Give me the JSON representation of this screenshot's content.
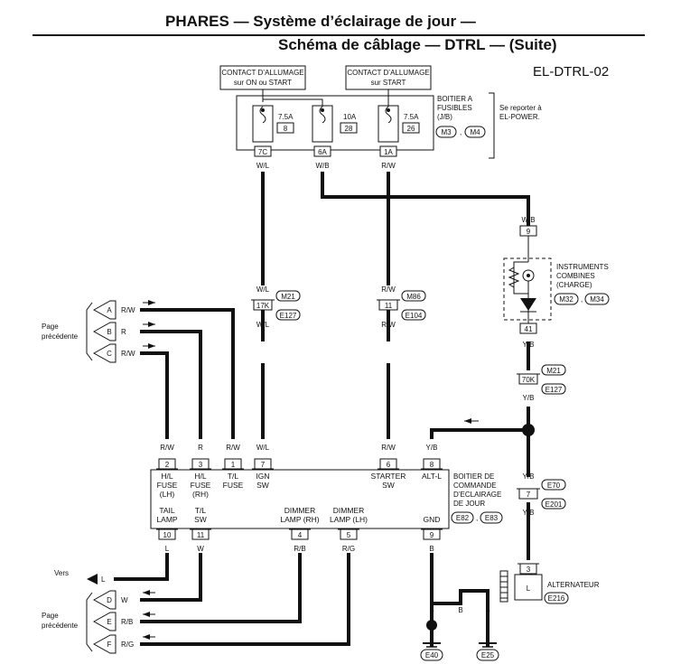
{
  "title_line1": "PHARES — Système d’éclairage de jour —",
  "title_line2": "Schéma de câblage — DTRL — (Suite)",
  "diagram_code": "EL-DTRL-02",
  "ignition": {
    "on_start": [
      "CONTACT D’ALLUMAGE",
      "sur ON ou START"
    ],
    "start": [
      "CONTACT D’ALLUMAGE",
      "sur START"
    ]
  },
  "fuse_block": {
    "label": [
      "BOITIER A",
      "FUSIBLES",
      "(J/B)"
    ],
    "connectors": [
      "M3",
      "M4"
    ],
    "note": [
      "Se reporter à",
      "EL-POWER."
    ],
    "fuses": [
      {
        "amp": "7.5A",
        "num": "8",
        "terminal": "7C",
        "wire": "W/L"
      },
      {
        "amp": "10A",
        "num": "28",
        "terminal": "6A",
        "wire": "W/B"
      },
      {
        "amp": "7.5A",
        "num": "26",
        "terminal": "1A",
        "wire": "R/W"
      }
    ]
  },
  "combination_meter": {
    "label": [
      "INSTRUMENTS",
      "COMBINES",
      "(CHARGE)"
    ],
    "connectors": [
      "M32",
      "M34"
    ],
    "top_pin": "9",
    "top_wire": "W/B",
    "bottom_pin": "41",
    "bottom_wire": "Y/B"
  },
  "joints": {
    "wl": {
      "pin": "17K",
      "wire_top": "W/L",
      "wire_bottom": "W/L",
      "conn_top": "M21",
      "conn_bottom": "E127"
    },
    "rw": {
      "pin": "11",
      "wire_top": "R/W",
      "wire_bottom": "R/W",
      "conn_top": "M86",
      "conn_bottom": "E104"
    },
    "yb1": {
      "pin": "70K",
      "wire_top": "Y/B",
      "wire_bottom": "Y/B",
      "conn_top": "M21",
      "conn_bottom": "E127"
    },
    "yb2": {
      "pin": "7",
      "wire_top": "Y/B",
      "wire_bottom": "Y/B",
      "conn_top": "E70",
      "conn_bottom": "E201"
    }
  },
  "page_ref_top": {
    "label": [
      "Page",
      "précédente"
    ],
    "connectors": [
      {
        "letter": "A",
        "wire": "R/W"
      },
      {
        "letter": "B",
        "wire": "R"
      },
      {
        "letter": "C",
        "wire": "R/W"
      }
    ]
  },
  "page_ref_bottom": {
    "label": [
      "Page",
      "précédente"
    ],
    "connectors": [
      {
        "letter": "D",
        "wire": "W"
      },
      {
        "letter": "E",
        "wire": "R/B"
      },
      {
        "letter": "F",
        "wire": "R/G"
      }
    ]
  },
  "vers": {
    "label": "Vers",
    "letter": "L",
    "wire": "L"
  },
  "control_unit": {
    "label": [
      "BOITIER DE",
      "COMMANDE",
      "D’ECLAIRAGE",
      "DE JOUR"
    ],
    "connectors": [
      "E82",
      "E83"
    ],
    "top_pins": [
      {
        "pin": "2",
        "wire": "R/W",
        "name": [
          "H/L",
          "FUSE",
          "(LH)"
        ]
      },
      {
        "pin": "3",
        "wire": "R",
        "name": [
          "H/L",
          "FUSE",
          "(RH)"
        ]
      },
      {
        "pin": "1",
        "wire": "R/W",
        "name": [
          "T/L",
          "FUSE"
        ]
      },
      {
        "pin": "7",
        "wire": "W/L",
        "name": [
          "IGN",
          "SW"
        ]
      },
      {
        "pin": "6",
        "wire": "R/W",
        "name": [
          "STARTER",
          "SW"
        ]
      },
      {
        "pin": "8",
        "wire": "Y/B",
        "name": [
          "ALT-L"
        ]
      }
    ],
    "bottom_pins": [
      {
        "pin": "10",
        "wire": "L",
        "name": [
          "TAIL",
          "LAMP"
        ]
      },
      {
        "pin": "11",
        "wire": "W",
        "name": [
          "T/L",
          "SW"
        ]
      },
      {
        "pin": "4",
        "wire": "R/B",
        "name": [
          "DIMMER",
          "LAMP (RH)"
        ]
      },
      {
        "pin": "5",
        "wire": "R/G",
        "name": [
          "DIMMER",
          "LAMP (LH)"
        ]
      },
      {
        "pin": "9",
        "wire": "B",
        "name": [
          "GND"
        ]
      }
    ]
  },
  "alternator": {
    "label": "ALTERNATEUR",
    "pin": "3",
    "letter": "L",
    "connector": "E216"
  },
  "ground": {
    "wire": "B",
    "wire2": "B",
    "wire3": "B",
    "e40": "E40",
    "e25": "E25"
  }
}
